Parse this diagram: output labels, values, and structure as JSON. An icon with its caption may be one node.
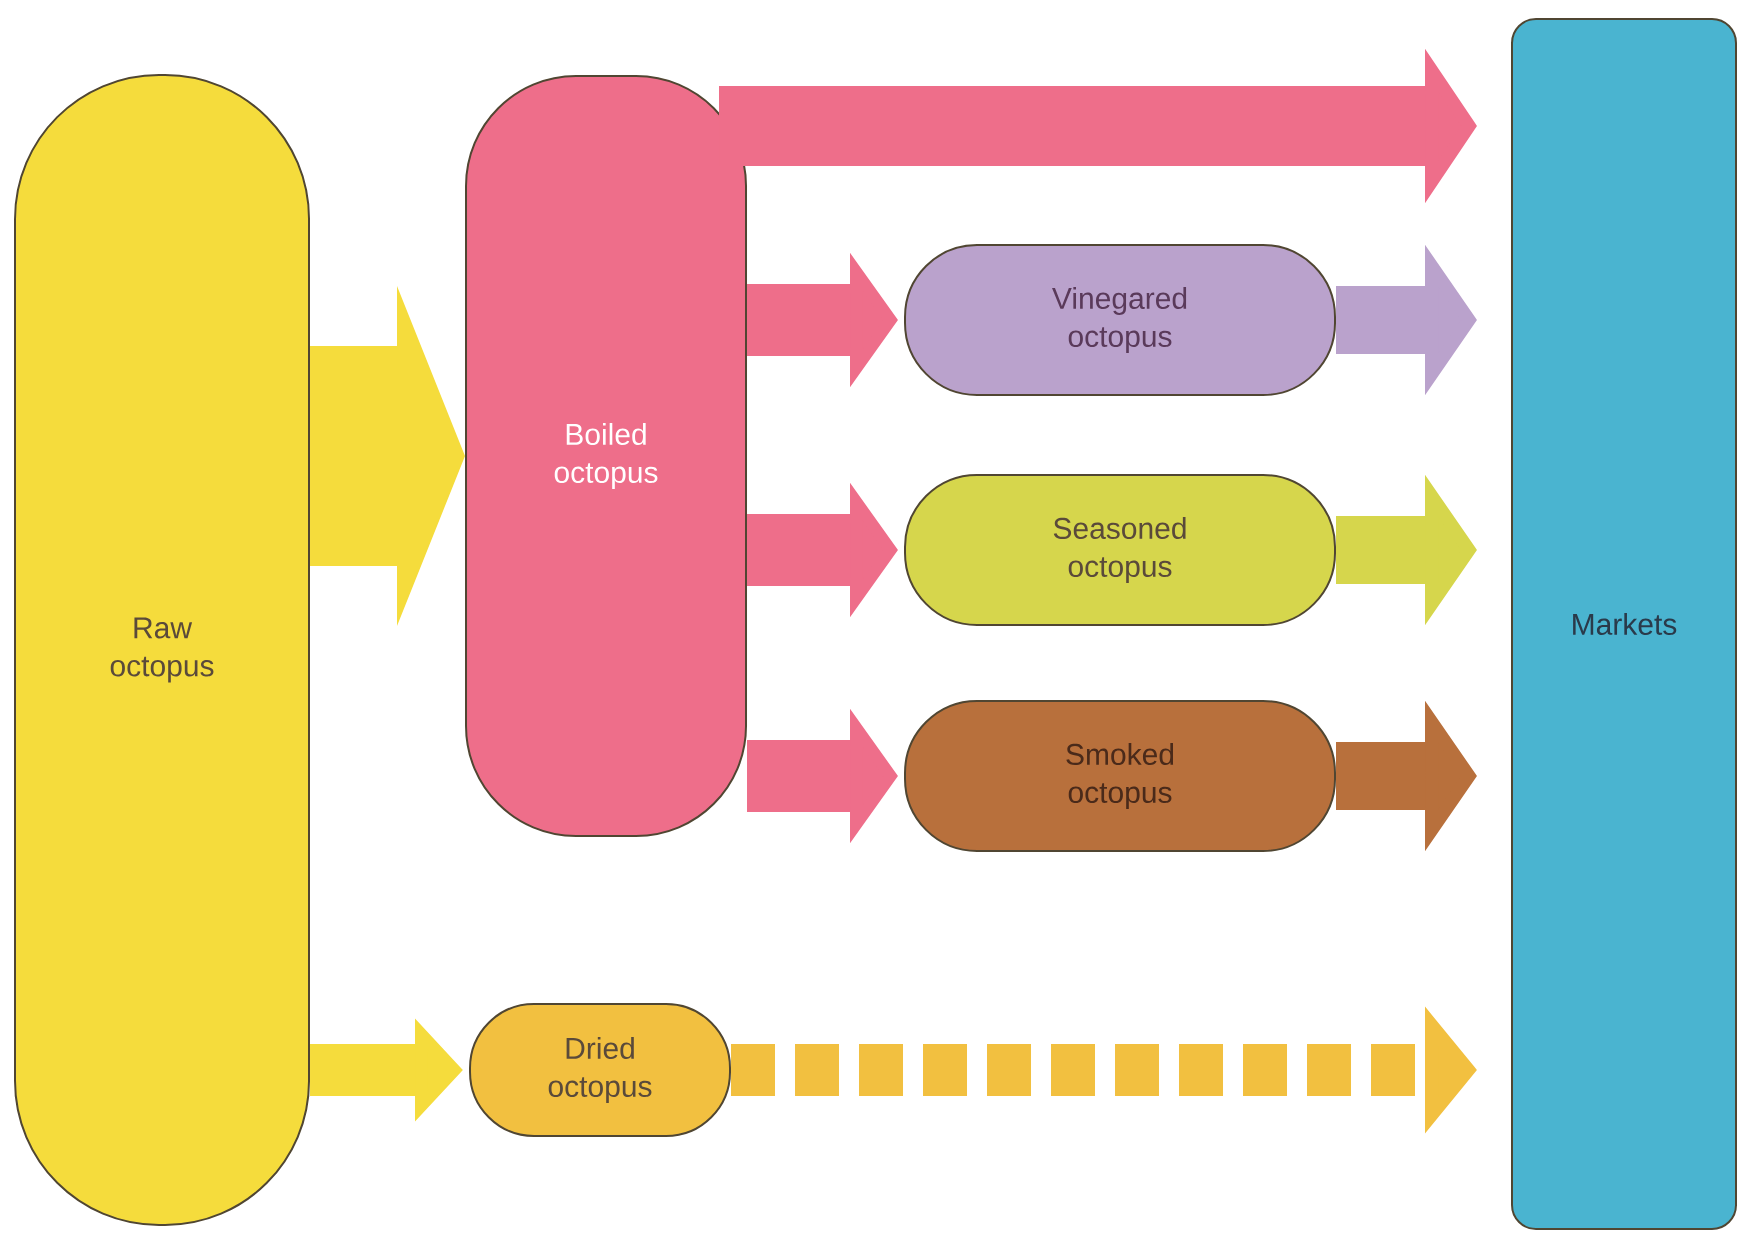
{
  "diagram": {
    "nodes": [
      {
        "text": [
          "Raw octopus"
        ]
      },
      {
        "text": [
          "Boiled octopus"
        ]
      },
      {
        "text": [
          "Vinegared octopus"
        ]
      },
      {
        "text": [
          "Seasoned octopus"
        ]
      },
      {
        "text": [
          "Smoked octopus"
        ]
      },
      {
        "text": [
          "Dried octopus"
        ]
      },
      {
        "text": [
          "Markets"
        ]
      }
    ],
    "edges": [
      {
        "from": 0,
        "to": 1,
        "arrow": "to",
        "style": "thick",
        "color": "#f5dc3c"
      },
      {
        "from": 0,
        "to": 5,
        "arrow": "to",
        "color": "#f5dc3c"
      },
      {
        "from": 1,
        "to": 6,
        "arrow": "to"
      },
      {
        "from": 1,
        "to": 2,
        "arrow": "to"
      },
      {
        "from": 1,
        "to": 3,
        "arrow": "to"
      },
      {
        "from": 1,
        "to": 4,
        "arrow": "to"
      },
      {
        "from": 2,
        "to": 6,
        "arrow": "to",
        "color": "#baa2cc"
      },
      {
        "from": 3,
        "to": 6,
        "arrow": "to",
        "color": "#d6d64c"
      },
      {
        "from": 4,
        "to": 6,
        "arrow": "to",
        "color": "#b8703c"
      },
      {
        "from": 5,
        "to": 6,
        "arrow": "to",
        "style": "dashed",
        "color": "#f2c040"
      }
    ]
  }
}
